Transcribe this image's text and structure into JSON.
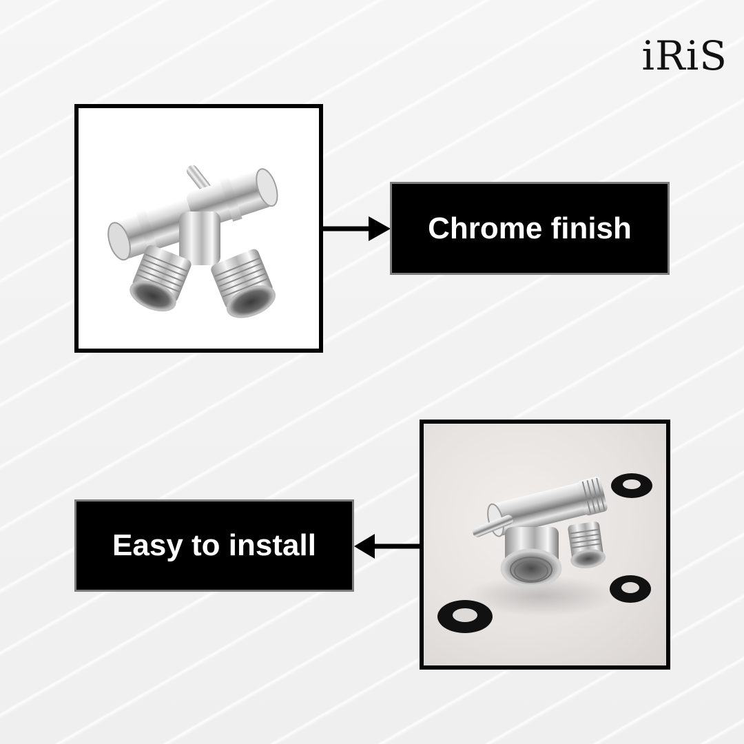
{
  "brand": {
    "logo_text": "iRiS"
  },
  "features": [
    {
      "label": "Chrome finish",
      "image_icon": "chrome-diverter-valve"
    },
    {
      "label": "Easy to install",
      "image_icon": "diverter-valve-with-washers"
    }
  ],
  "colors": {
    "label_background": "#000000",
    "label_text": "#ffffff",
    "label_border": "#7c7c7c",
    "frame_border": "#000000",
    "arrow": "#000000",
    "page_background": "#f3f3f3"
  }
}
